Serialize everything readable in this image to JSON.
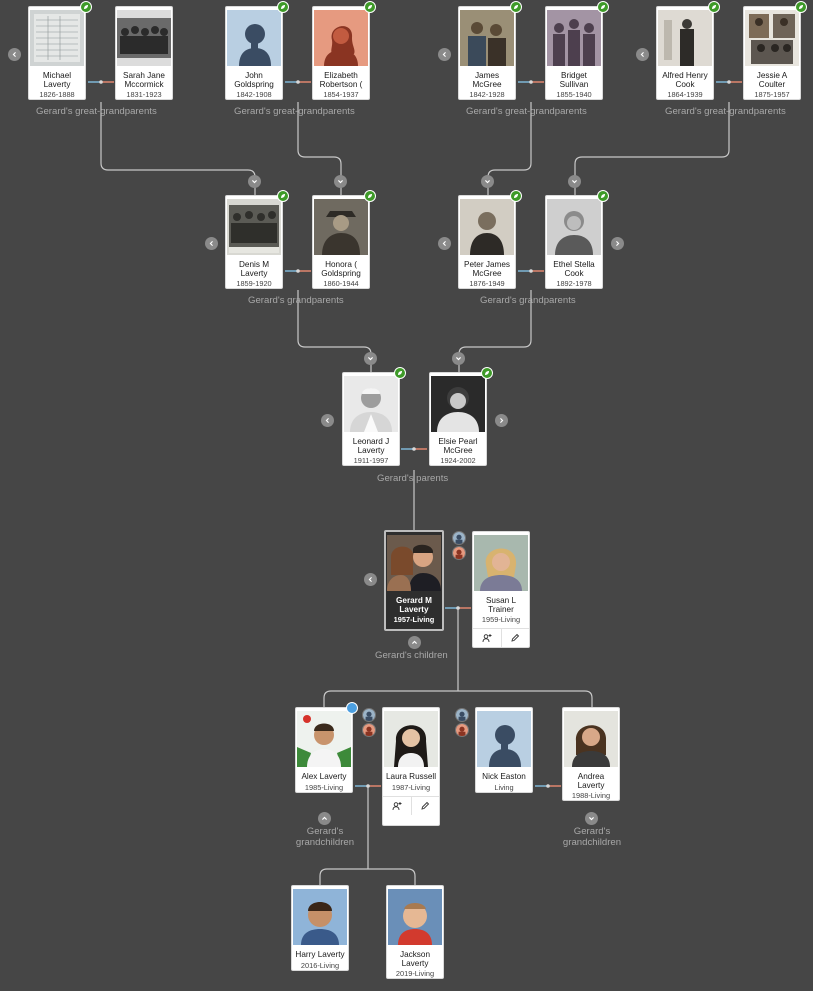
{
  "people": {
    "michael": {
      "name": "Michael Laverty",
      "dates": "1826-1888"
    },
    "sarah": {
      "name": "Sarah Jane Mccormick",
      "dates": "1831-1923"
    },
    "john": {
      "name": "John Goldspring",
      "dates": "1842-1908"
    },
    "elizabeth": {
      "name": "Elizabeth Robertson (",
      "dates": "1854-1937"
    },
    "james": {
      "name": "James McGree",
      "dates": "1842-1928"
    },
    "bridget": {
      "name": "Bridget Sullivan",
      "dates": "1855-1940"
    },
    "alfred": {
      "name": "Alfred Henry Cook",
      "dates": "1864-1939"
    },
    "jessie": {
      "name": "Jessie A Coulter",
      "dates": "1875-1957"
    },
    "denis": {
      "name": "Denis M Laverty",
      "dates": "1859-1920"
    },
    "honora": {
      "name": "Honora ( Goldspring",
      "dates": "1860-1944"
    },
    "peter": {
      "name": "Peter James McGree",
      "dates": "1876-1949"
    },
    "ethel": {
      "name": "Ethel Stella Cook",
      "dates": "1892-1978"
    },
    "leonard": {
      "name": "Leonard J Laverty",
      "dates": "1911-1997"
    },
    "elsie": {
      "name": "Elsie Pearl McGree",
      "dates": "1924-2002"
    },
    "gerard": {
      "name": "Gerard M Laverty",
      "dates": "1957-Living"
    },
    "susan": {
      "name": "Susan L Trainer",
      "dates": "1959-Living"
    },
    "alex": {
      "name": "Alex Laverty",
      "dates": "1985-Living"
    },
    "laura": {
      "name": "Laura Russell",
      "dates": "1987-Living"
    },
    "nick": {
      "name": "Nick Easton",
      "dates": "Living"
    },
    "andrea": {
      "name": "Andrea Laverty",
      "dates": "1988-Living"
    },
    "harry": {
      "name": "Harry Laverty",
      "dates": "2016-Living"
    },
    "jackson": {
      "name": "Jackson Laverty",
      "dates": "2019-Living"
    }
  },
  "captions": {
    "great_grandparents": "Gerard's great-grandparents",
    "grandparents": "Gerard's grandparents",
    "parents": "Gerard's parents",
    "children": "Gerard's children",
    "grandchildren": "Gerard's grandchildren"
  },
  "icons": {
    "hint": "leaf-hint-icon",
    "nav_left": "chevron-left-icon",
    "nav_right": "chevron-right-icon",
    "expand_down": "chevron-down-icon",
    "collapse_up": "chevron-up-icon",
    "add_person": "add-person-icon",
    "edit": "pencil-icon"
  },
  "colors": {
    "background": "#464646",
    "line": "#c8c8c8",
    "male_connector": "#7fb7d6",
    "female_connector": "#e0876e",
    "hint_green": "#3e9a28"
  }
}
